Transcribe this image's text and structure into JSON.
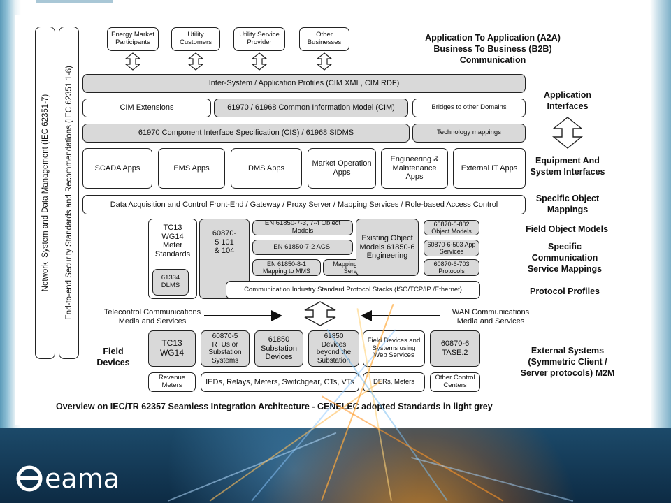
{
  "top_boxes": [
    "Energy Market Participants",
    "Utility Customers",
    "Utility Service Provider",
    "Other Businesses"
  ],
  "side_labels": {
    "a2a": "Application To Application (A2A) Business To Business (B2B) Communication",
    "app_interfaces": "Application Interfaces",
    "equip_interfaces": "Equipment And System Interfaces",
    "specific_object_mappings": "Specific Object Mappings",
    "field_object_models": "Field Object Models",
    "specific_comm": "Specific Communication Service Mappings",
    "protocol_profiles": "Protocol Profiles",
    "external_systems": "External Systems (Symmetric Client / Server protocols) M2M"
  },
  "vertical_bars": {
    "network_mgmt": "Network, System and Data Management (IEC 62351-7)",
    "security": "End-to-end Security Standards and Recommendations (IEC 62351 1-6)"
  },
  "rows": {
    "inter_system": "Inter-System / Application Profiles (CIM XML, CIM RDF)",
    "cim_extensions": "CIM Extensions",
    "cim": "61970 / 61968 Common Information Model (CIM)",
    "bridges": "Bridges to other Domains",
    "cis": "61970 Component Interface Specification (CIS) / 61968 SIDMS",
    "tech_mappings": "Technology mappings",
    "apps": [
      "SCADA Apps",
      "EMS Apps",
      "DMS Apps",
      "Market Operation Apps",
      "Engineering & Maintenance Apps",
      "External IT Apps"
    ],
    "data_acq": "Data Acquisition and Control Front-End / Gateway / Proxy Server / Mapping Services / Role-based Access Control"
  },
  "field_section": {
    "tc13_wg14_meter": "TC13 WG14 Meter Standards",
    "dlms": "61334 DLMS",
    "iec_60870_5": "60870-5 101 & 104",
    "en_61850_7_3": "EN 61850-7-3, 7-4 Object Models",
    "en_61850_7_2": "EN 61850-7-2 ACSI",
    "en_61850_8_1": "EN 61850-8-1 Mapping to MMS",
    "mapping_ws": "Mapping to Web Services",
    "existing_models": "Existing Object Models 61850-6 Engineering",
    "iec_60870_6_802": "60870-6-802 Object Models",
    "iec_60870_6_503": "60870-6-503 App Services",
    "iec_60870_6_703": "60870-6-703 Protocols",
    "protocol_stacks": "Communication Industry Standard Protocol Stacks (ISO/TCP/IP /Ethernet)"
  },
  "comm_labels": {
    "telecontrol": "Telecontrol Communications Media and Services",
    "wan": "WAN Communications Media and Services",
    "field_devices": "Field Devices"
  },
  "devices": {
    "tc13": "TC13 WG14",
    "rtus": "60870-5 RTUs or Substation Systems",
    "substation": "61850 Substation Devices",
    "beyond": "61850 Devices beyond the Substation",
    "web_devices": "Field Devices and Systems using Web Services",
    "tase2": "60870-6 TASE.2"
  },
  "bottom_row": {
    "revenue": "Revenue Meters",
    "ieds": "IEDs, Relays, Meters, Switchgear, CTs, VTs",
    "ders": "DERs, Meters",
    "control_centers": "Other Control Centers"
  },
  "caption": "Overview on IEC/TR 62357 Seamless Integration Architecture - CENELEC adopted Standards in light grey",
  "logo_text": "eama",
  "colors": {
    "grey_box": "#d9d9d9",
    "banner_dark": "#0d2b44",
    "accent_orange": "#ff9a2a"
  }
}
